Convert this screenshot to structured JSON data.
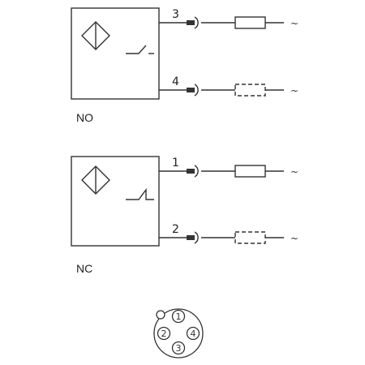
{
  "diagrams": [
    {
      "caption": "NO",
      "pins": [
        {
          "number": "3",
          "load": "solid"
        },
        {
          "number": "4",
          "load": "dashed"
        }
      ]
    },
    {
      "caption": "NC",
      "pins": [
        {
          "number": "1",
          "load": "solid"
        },
        {
          "number": "2",
          "load": "dashed"
        }
      ]
    }
  ],
  "supply_symbol": "~",
  "connector": {
    "pins": [
      "1",
      "2",
      "3",
      "4"
    ]
  },
  "colors": {
    "line": "#333333",
    "background": "#ffffff"
  }
}
